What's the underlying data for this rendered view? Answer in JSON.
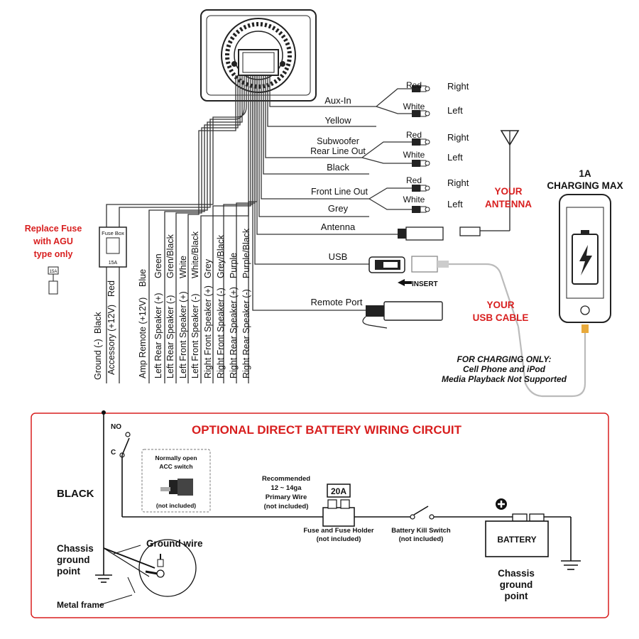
{
  "head_unit": {
    "wires_right": {
      "aux_in": "Aux-In",
      "yellow": "Yellow",
      "sub_line1": "Subwoofer",
      "sub_line2": "Rear Line Out",
      "black": "Black",
      "front_line_out": "Front Line Out",
      "grey": "Grey",
      "antenna": "Antenna",
      "usb": "USB",
      "remote_port": "Remote Port"
    },
    "rca": [
      {
        "color": "Red",
        "side": "Right"
      },
      {
        "color": "White",
        "side": "Left"
      },
      {
        "color": "Red",
        "side": "Right"
      },
      {
        "color": "White",
        "side": "Left"
      },
      {
        "color": "Red",
        "side": "Right"
      },
      {
        "color": "White",
        "side": "Left"
      }
    ],
    "insert": "INSERT",
    "your_antenna_1": "YOUR",
    "your_antenna_2": "ANTENNA",
    "your_usb_1": "YOUR",
    "your_usb_2": "USB CABLE",
    "charging_1": "1A",
    "charging_2": "CHARGING MAX",
    "charge_note_1": "FOR CHARGING ONLY:",
    "charge_note_2": "Cell Phone and iPod",
    "charge_note_3": "Media Playback Not Supported"
  },
  "fuse": {
    "box": "Fuse Box",
    "rating": "15A",
    "small_rating": "15A",
    "note_1": "Replace Fuse",
    "note_2": "with AGU",
    "note_3": "type only"
  },
  "wires_bottom": [
    {
      "name": "Ground (-)",
      "color": "Black"
    },
    {
      "name": "Accessory (+12V)",
      "color": "Red"
    },
    {
      "name": "Amp Remote (+12V)",
      "color": "Blue"
    },
    {
      "name": "Left Rear Speaker (+)",
      "color": "Green"
    },
    {
      "name": "Left Rear Speaker (-)",
      "color": "Gren/Black"
    },
    {
      "name": "Left Front Speaker (+)",
      "color": "White"
    },
    {
      "name": "Left Front Speaker (-)",
      "color": "White/Black"
    },
    {
      "name": "Right Front Speaker (+)",
      "color": "Grey"
    },
    {
      "name": "Right Front Speaker (-)",
      "color": "Grey/Black"
    },
    {
      "name": "Right Rear Speaker (+)",
      "color": "Purple"
    },
    {
      "name": "Right Rear Speaker (-)",
      "color": "Purple/Black"
    }
  ],
  "battery_circuit": {
    "title": "OPTIONAL DIRECT BATTERY WIRING CIRCUIT",
    "no": "NO",
    "c": "C",
    "black": "BLACK",
    "acc_switch_1": "Normally open",
    "acc_switch_2": "ACC switch",
    "acc_switch_3": "(not included)",
    "recommended_1": "Recommended",
    "recommended_2": "12 ~ 14ga",
    "recommended_3": "Primary Wire",
    "recommended_4": "(not included)",
    "fuse_rating": "20A",
    "fuse_holder_1": "Fuse and Fuse Holder",
    "fuse_holder_2": "(not included)",
    "kill_switch_1": "Battery Kill Switch",
    "kill_switch_2": "(not included)",
    "battery": "BATTERY",
    "chassis_left_1": "Chassis",
    "chassis_left_2": "ground",
    "chassis_left_3": "point",
    "ground_wire": "Ground wire",
    "metal_frame": "Metal frame",
    "chassis_right_1": "Chassis",
    "chassis_right_2": "ground",
    "chassis_right_3": "point"
  }
}
